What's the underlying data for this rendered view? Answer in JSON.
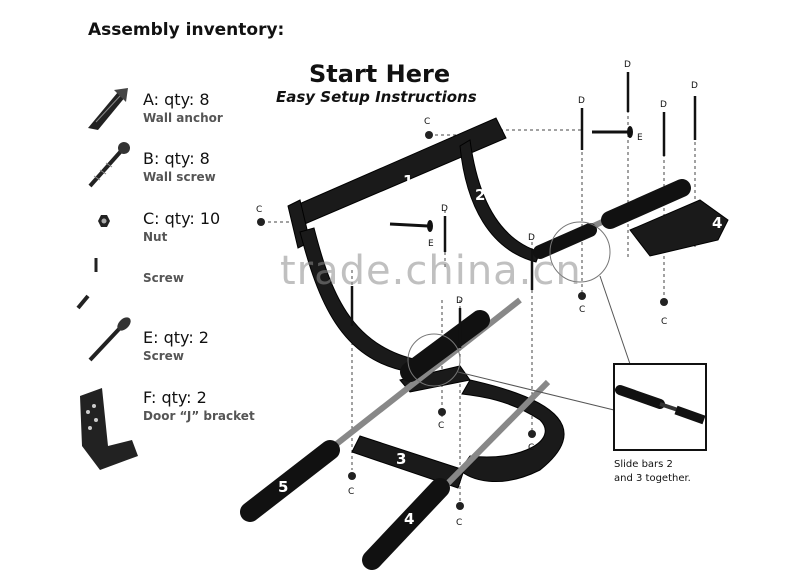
{
  "inventory_title": "Assembly inventory:",
  "heading": {
    "title": "Start Here",
    "subtitle": "Easy Setup Instructions"
  },
  "items": [
    {
      "qty": "A: qty: 8",
      "name": "Wall anchor"
    },
    {
      "qty": "B: qty: 8",
      "name": "Wall screw"
    },
    {
      "qty": "C: qty: 10",
      "name": "Nut"
    },
    {
      "qty": "",
      "name": "Screw"
    },
    {
      "qty": "E: qty: 2",
      "name": "Screw"
    },
    {
      "qty": "F: qty: 2",
      "name": "Door “J” bracket"
    }
  ],
  "parts": {
    "p1": "1",
    "p2": "2",
    "p3": "3",
    "p4a": "4",
    "p4b": "4",
    "p5": "5"
  },
  "part_letters": {
    "c": "C",
    "d": "D",
    "e": "E"
  },
  "callout": {
    "line1": "Slide bars 2",
    "line2": "and 3 together."
  },
  "watermark": "trade.china.cn"
}
